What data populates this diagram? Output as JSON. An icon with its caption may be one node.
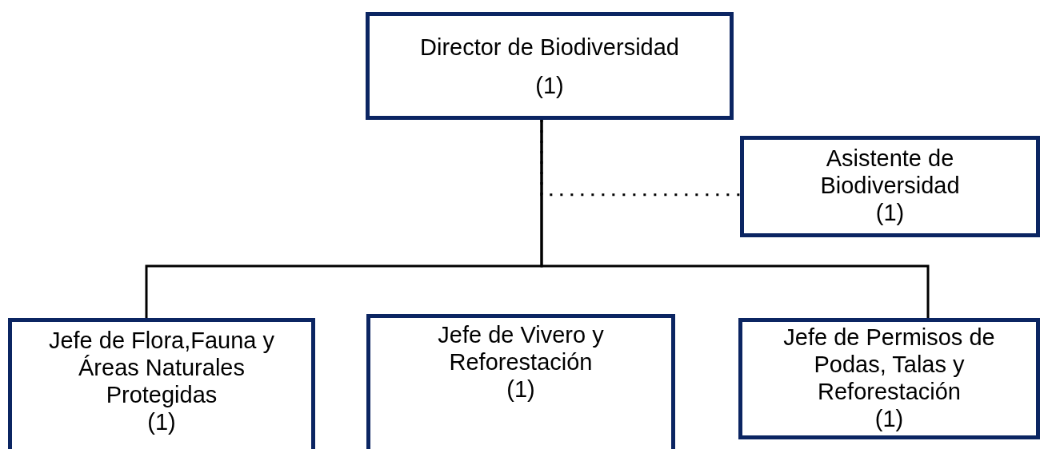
{
  "diagram": {
    "nodes": [
      {
        "text": [
          "Director de Biodiversidad",
          "(1)"
        ]
      },
      {
        "text": [
          "Asistente de Biodiversidad",
          "(1)"
        ]
      },
      {
        "text": [
          "Jefe de Flora,Fauna y Áreas Naturales Protegidas",
          "(1)"
        ]
      },
      {
        "text": [
          "Jefe de Vivero y Reforestación",
          "(1)"
        ]
      },
      {
        "text": [
          "Jefe de Permisos de Podas, Talas y Reforestación",
          "(1)"
        ]
      }
    ],
    "edges": [
      {
        "from": 0,
        "to": 1,
        "arrow": "none",
        "style": "dashed"
      },
      {
        "from": 0,
        "to": 2,
        "arrow": "none"
      },
      {
        "from": 0,
        "to": 4,
        "arrow": "none"
      }
    ]
  }
}
